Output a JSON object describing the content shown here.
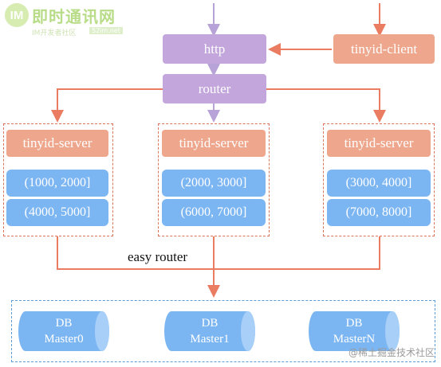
{
  "watermark": {
    "logo_letters": "IM",
    "title": "即时通讯网",
    "subtitle": "IM开发者社区",
    "url": "52im.net",
    "footer": "@稀土掘金技术社区"
  },
  "nodes": {
    "http": "http",
    "client": "tinyid-client",
    "router": "router",
    "servers": [
      {
        "label": "tinyid-server",
        "ranges": [
          "(1000, 2000]",
          "(4000, 5000]"
        ]
      },
      {
        "label": "tinyid-server",
        "ranges": [
          "(2000, 3000]",
          "(6000, 7000]"
        ]
      },
      {
        "label": "tinyid-server",
        "ranges": [
          "(3000, 4000]",
          "(7000, 8000]"
        ]
      }
    ],
    "caption": "easy router",
    "databases": [
      {
        "line1": "DB",
        "line2": "Master0"
      },
      {
        "line1": "DB",
        "line2": "Master1"
      },
      {
        "line1": "DB",
        "line2": "MasterN"
      }
    ]
  },
  "colors": {
    "purple": "#c3a7dc",
    "salmon": "#eea68c",
    "blue": "#7cb6f2",
    "arrow_purple": "#b8a3d8",
    "arrow_red": "#ea7c62"
  }
}
